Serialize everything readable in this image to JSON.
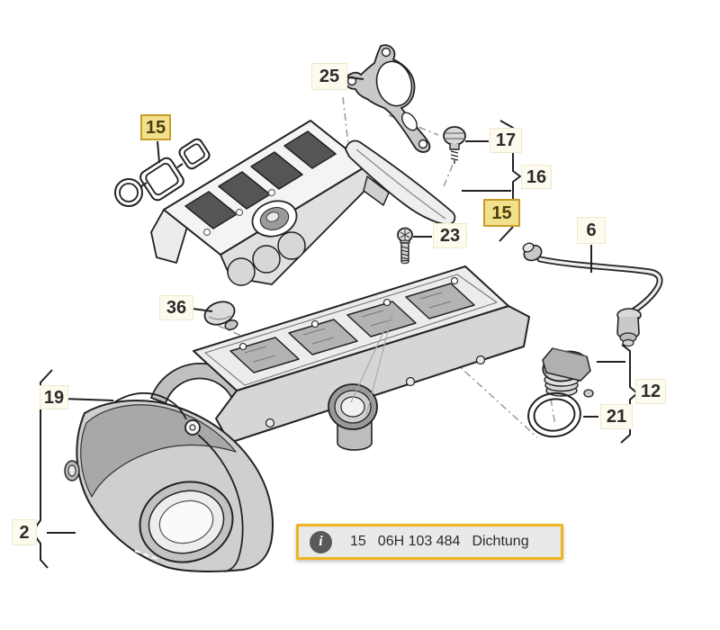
{
  "diagram": {
    "labels": [
      {
        "id": "15-left",
        "text": "15",
        "highlighted": true
      },
      {
        "id": "25",
        "text": "25",
        "highlighted": false
      },
      {
        "id": "17",
        "text": "17",
        "highlighted": false
      },
      {
        "id": "16",
        "text": "16",
        "highlighted": false
      },
      {
        "id": "15-right",
        "text": "15",
        "highlighted": true
      },
      {
        "id": "23",
        "text": "23",
        "highlighted": false
      },
      {
        "id": "6",
        "text": "6",
        "highlighted": false
      },
      {
        "id": "36",
        "text": "36",
        "highlighted": false
      },
      {
        "id": "12",
        "text": "12",
        "highlighted": false
      },
      {
        "id": "21",
        "text": "21",
        "highlighted": false
      },
      {
        "id": "19",
        "text": "19",
        "highlighted": false
      },
      {
        "id": "2",
        "text": "2",
        "highlighted": false
      }
    ]
  },
  "info_box": {
    "icon_glyph": "i",
    "item_number": "15",
    "part_number": "06H 103 484",
    "part_name": "Dichtung"
  },
  "colors": {
    "highlight_fill": "#F3E08C",
    "highlight_border": "#C79D2A",
    "label_fill": "#FDFAEE",
    "info_border": "#F0B41E",
    "info_background": "#E9E9E9",
    "info_icon_background": "#595959",
    "line_art": "#222222"
  }
}
